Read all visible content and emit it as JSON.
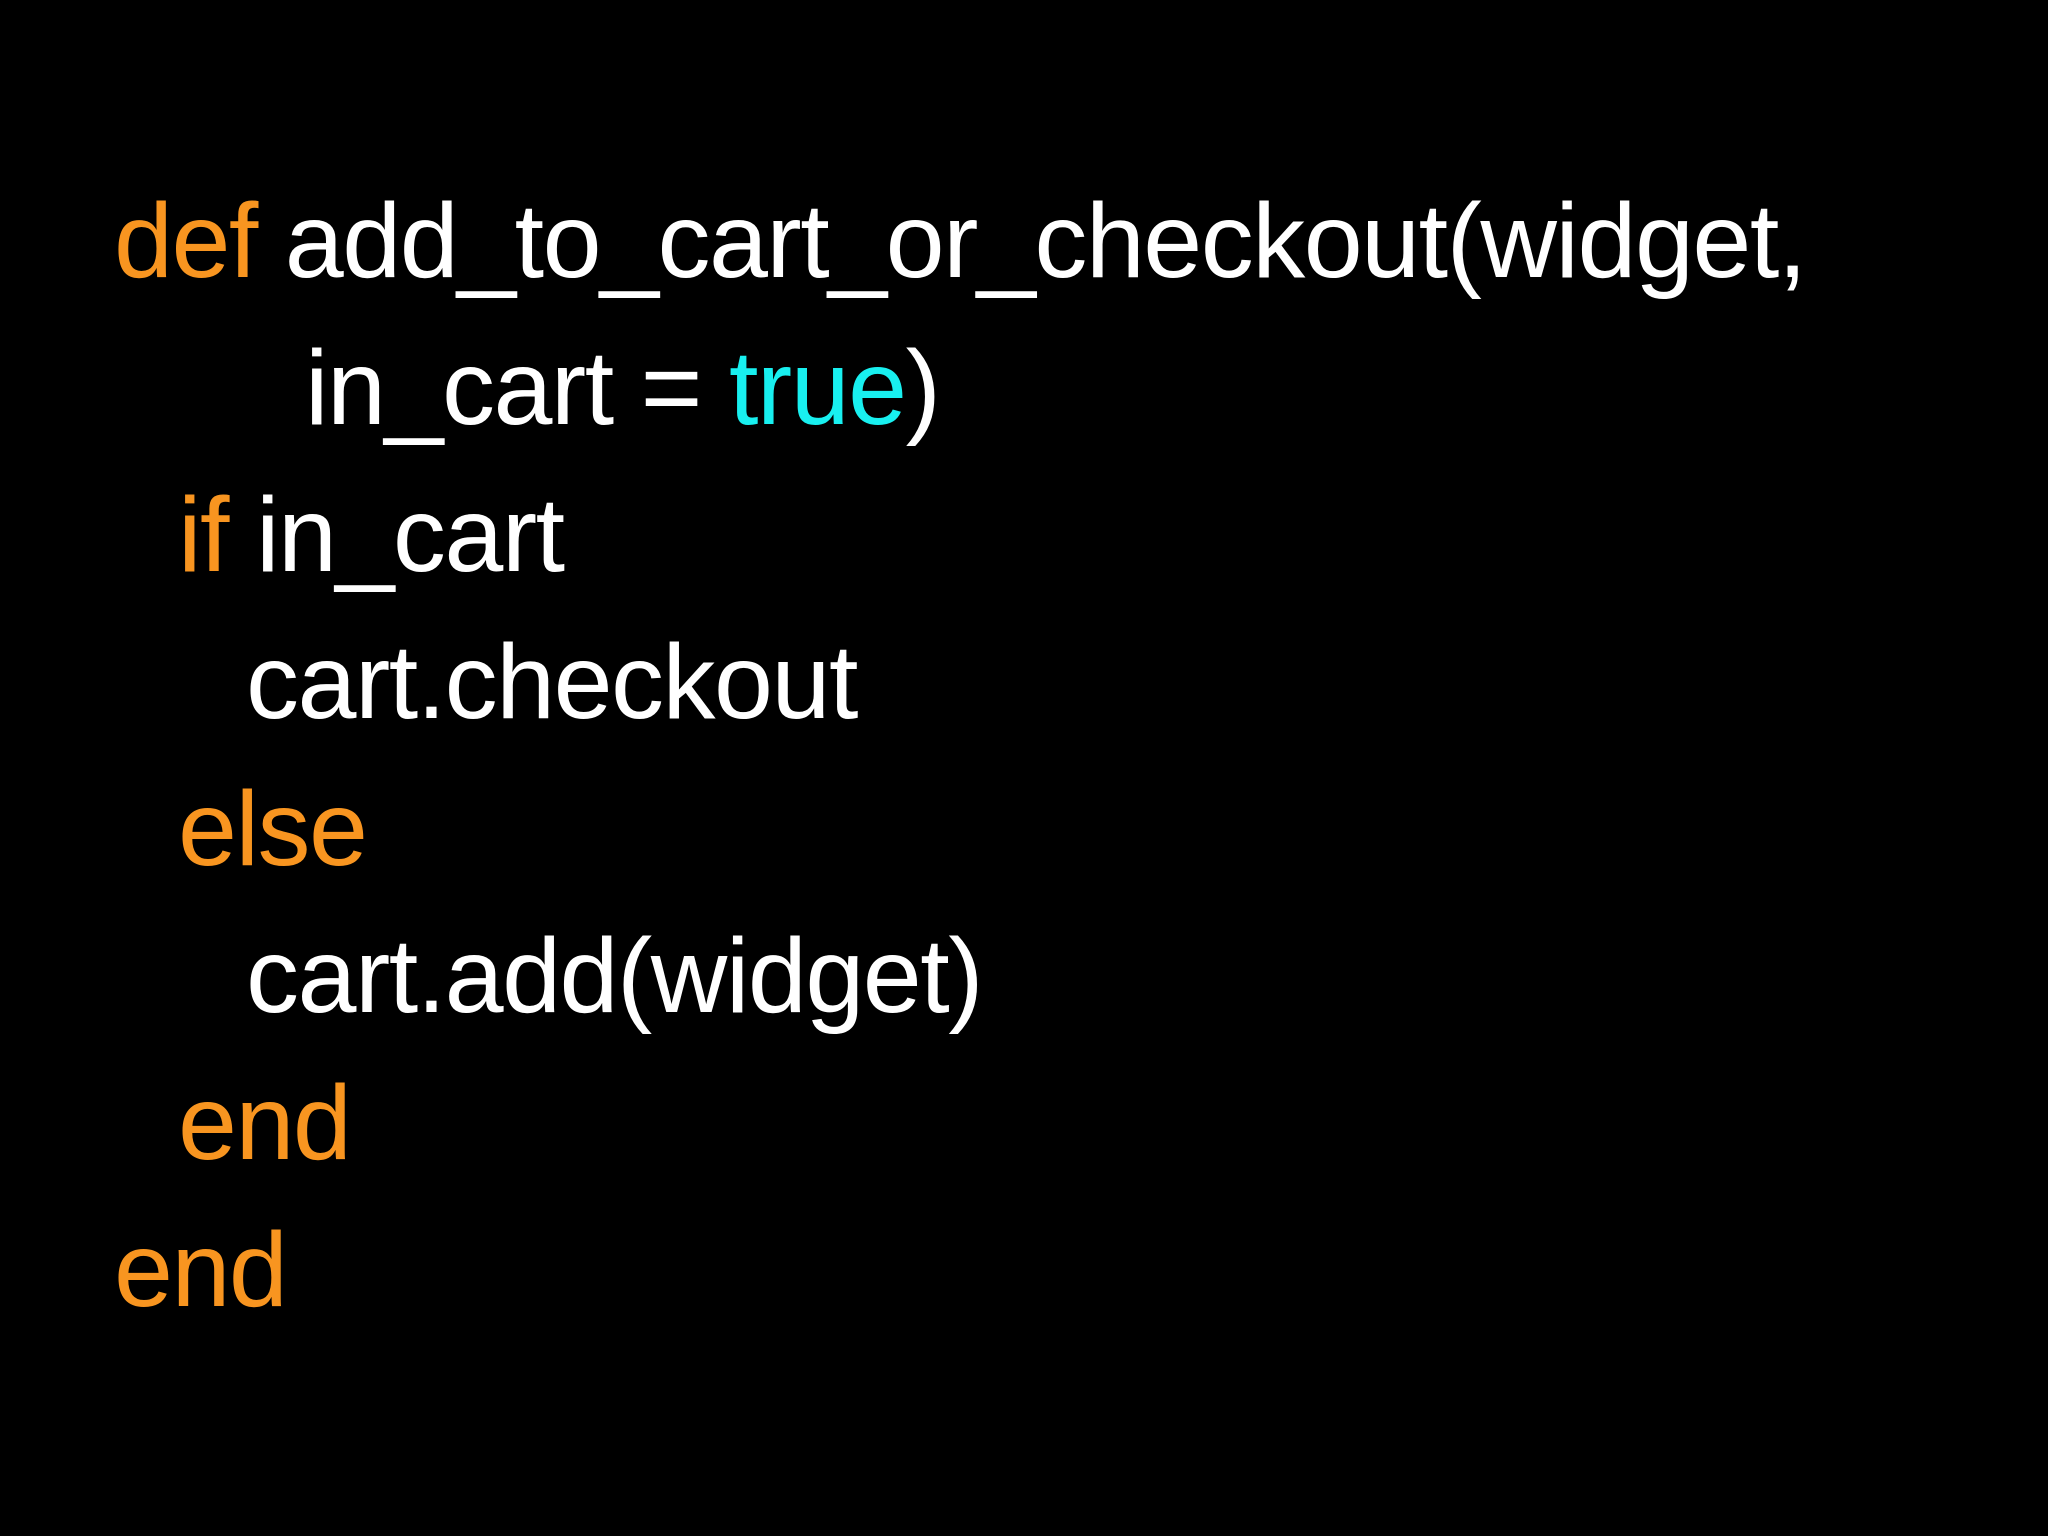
{
  "slide": {
    "kind": "code-slide",
    "background_color": "#000000",
    "language": "ruby",
    "colors": {
      "background": "#000000",
      "keyword": "#F89520",
      "literal": "#18F0F0",
      "plain_text": "#FFFFFF"
    }
  },
  "code": {
    "full_text": "def add_to_cart_or_checkout(widget,\n    in_cart = true)\n  if in_cart\n    cart.checkout\n  else\n    cart.add(widget)\n  end\nend",
    "lines": [
      {
        "indent": 0,
        "tokens": [
          {
            "text": "def",
            "type": "keyword"
          },
          {
            "text": " add_to_cart_or_checkout(widget,",
            "type": "plain"
          }
        ]
      },
      {
        "indent": 3,
        "tokens": [
          {
            "text": "in_cart = ",
            "type": "plain"
          },
          {
            "text": "true",
            "type": "literal"
          },
          {
            "text": ")",
            "type": "plain"
          }
        ]
      },
      {
        "indent": 1,
        "tokens": [
          {
            "text": "if",
            "type": "keyword"
          },
          {
            "text": " in_cart",
            "type": "plain"
          }
        ]
      },
      {
        "indent": 2,
        "tokens": [
          {
            "text": "cart.checkout",
            "type": "plain"
          }
        ]
      },
      {
        "indent": 1,
        "tokens": [
          {
            "text": "else",
            "type": "keyword"
          }
        ]
      },
      {
        "indent": 2,
        "tokens": [
          {
            "text": "cart.add(widget)",
            "type": "plain"
          }
        ]
      },
      {
        "indent": 1,
        "tokens": [
          {
            "text": "end",
            "type": "keyword"
          }
        ]
      },
      {
        "indent": 0,
        "tokens": [
          {
            "text": "end",
            "type": "keyword"
          }
        ]
      }
    ]
  }
}
